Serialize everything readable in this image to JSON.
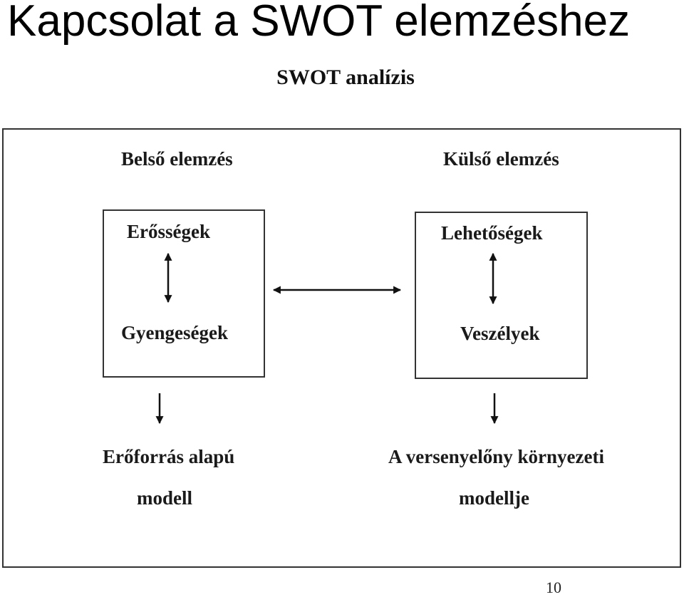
{
  "slide": {
    "title": "Kapcsolat a SWOT elemzéshez",
    "page_number": "10"
  },
  "diagram": {
    "title": "SWOT analízis",
    "internal": {
      "heading": "Belső elemzés",
      "top": "Erősségek",
      "bottom": "Gyengeségek",
      "result_line1": "Erőforrás alapú",
      "result_line2": "modell"
    },
    "external": {
      "heading": "Külső elemzés",
      "top": "Lehetőségek",
      "bottom": "Veszélyek",
      "result_line1": "A versenyelőny környezeti",
      "result_line2": "modellje"
    }
  }
}
